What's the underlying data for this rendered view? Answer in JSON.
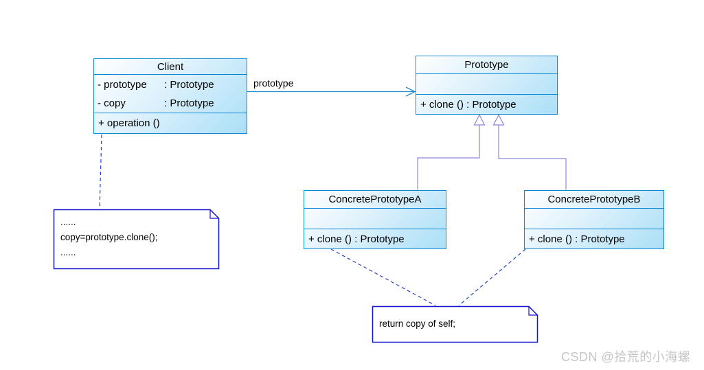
{
  "diagram": {
    "title_hint": "Prototype design pattern UML class diagram",
    "classes": [
      {
        "title": "Client",
        "attributes": [
          {
            "name": "- prototype",
            "type": ": Prototype"
          },
          {
            "name": "- copy",
            "type": ": Prototype"
          }
        ],
        "methods": [
          "+ operation ()"
        ]
      },
      {
        "title": "Prototype",
        "attributes": [],
        "methods": [
          "+ clone () : Prototype"
        ]
      },
      {
        "title": "ConcretePrototypeA",
        "attributes": [],
        "methods": [
          "+ clone () : Prototype"
        ]
      },
      {
        "title": "ConcretePrototypeB",
        "attributes": [],
        "methods": [
          "+ clone () : Prototype"
        ]
      }
    ],
    "notes": [
      {
        "lines": [
          "......",
          "copy=prototype.clone();",
          "......"
        ]
      },
      {
        "lines": [
          "return copy of self;"
        ]
      }
    ],
    "association_label": "prototype",
    "relationships": [
      {
        "type": "association",
        "from": "Client",
        "to": "Prototype",
        "label": "prototype"
      },
      {
        "type": "generalization",
        "from": "ConcretePrototypeA",
        "to": "Prototype"
      },
      {
        "type": "generalization",
        "from": "ConcretePrototypeB",
        "to": "Prototype"
      },
      {
        "type": "note-anchor",
        "from": "note-1",
        "to": "Client"
      },
      {
        "type": "note-anchor",
        "from": "note-2",
        "to": "ConcretePrototypeA"
      },
      {
        "type": "note-anchor",
        "from": "note-2",
        "to": "ConcretePrototypeB"
      }
    ],
    "watermark": "CSDN @拾荒的小海螺",
    "colors": {
      "class_border": "#0d87d5",
      "class_fill_start": "#ffffff",
      "class_fill_end": "#aadff7",
      "note_border": "#1414cc",
      "association_line": "#1e88cf",
      "inheritance_line": "#8888dd",
      "note_link_line": "#2244cc",
      "watermark": "#c6c6c6"
    }
  }
}
